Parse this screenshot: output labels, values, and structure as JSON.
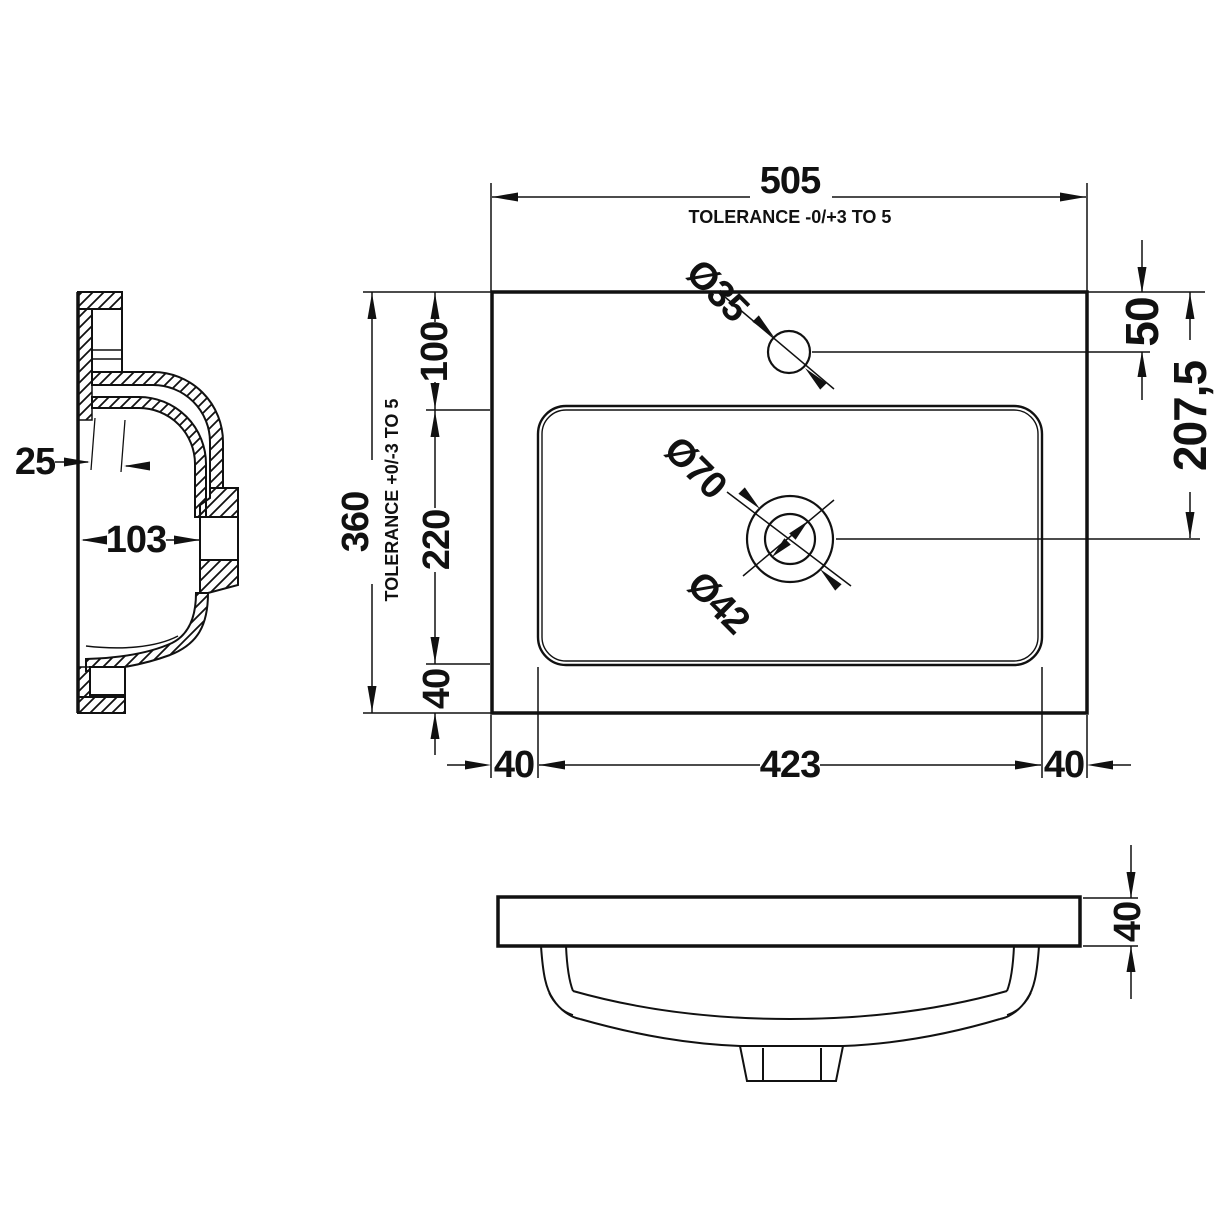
{
  "views": {
    "plan": {
      "width": "505",
      "width_tolerance": "TOLERANCE -0/+3 TO 5",
      "height": "360",
      "height_tolerance": "TOLERANCE +0/-3 TO 5",
      "top_edge_to_bowl": "100",
      "bowl_length": "220",
      "bowl_to_bottom_edge": "40",
      "tap_hole_from_top": "50",
      "waste_from_top": "207,5",
      "bowl_inset_left": "40",
      "bowl_width": "423",
      "bowl_inset_right": "40",
      "tap_hole_diameter": "Ø35",
      "waste_outer_diameter": "Ø70",
      "waste_inner_diameter": "Ø42"
    },
    "section": {
      "rim_wall_gap": "25",
      "bowl_inner_depth": "103"
    },
    "front": {
      "rim_thickness": "40"
    }
  }
}
